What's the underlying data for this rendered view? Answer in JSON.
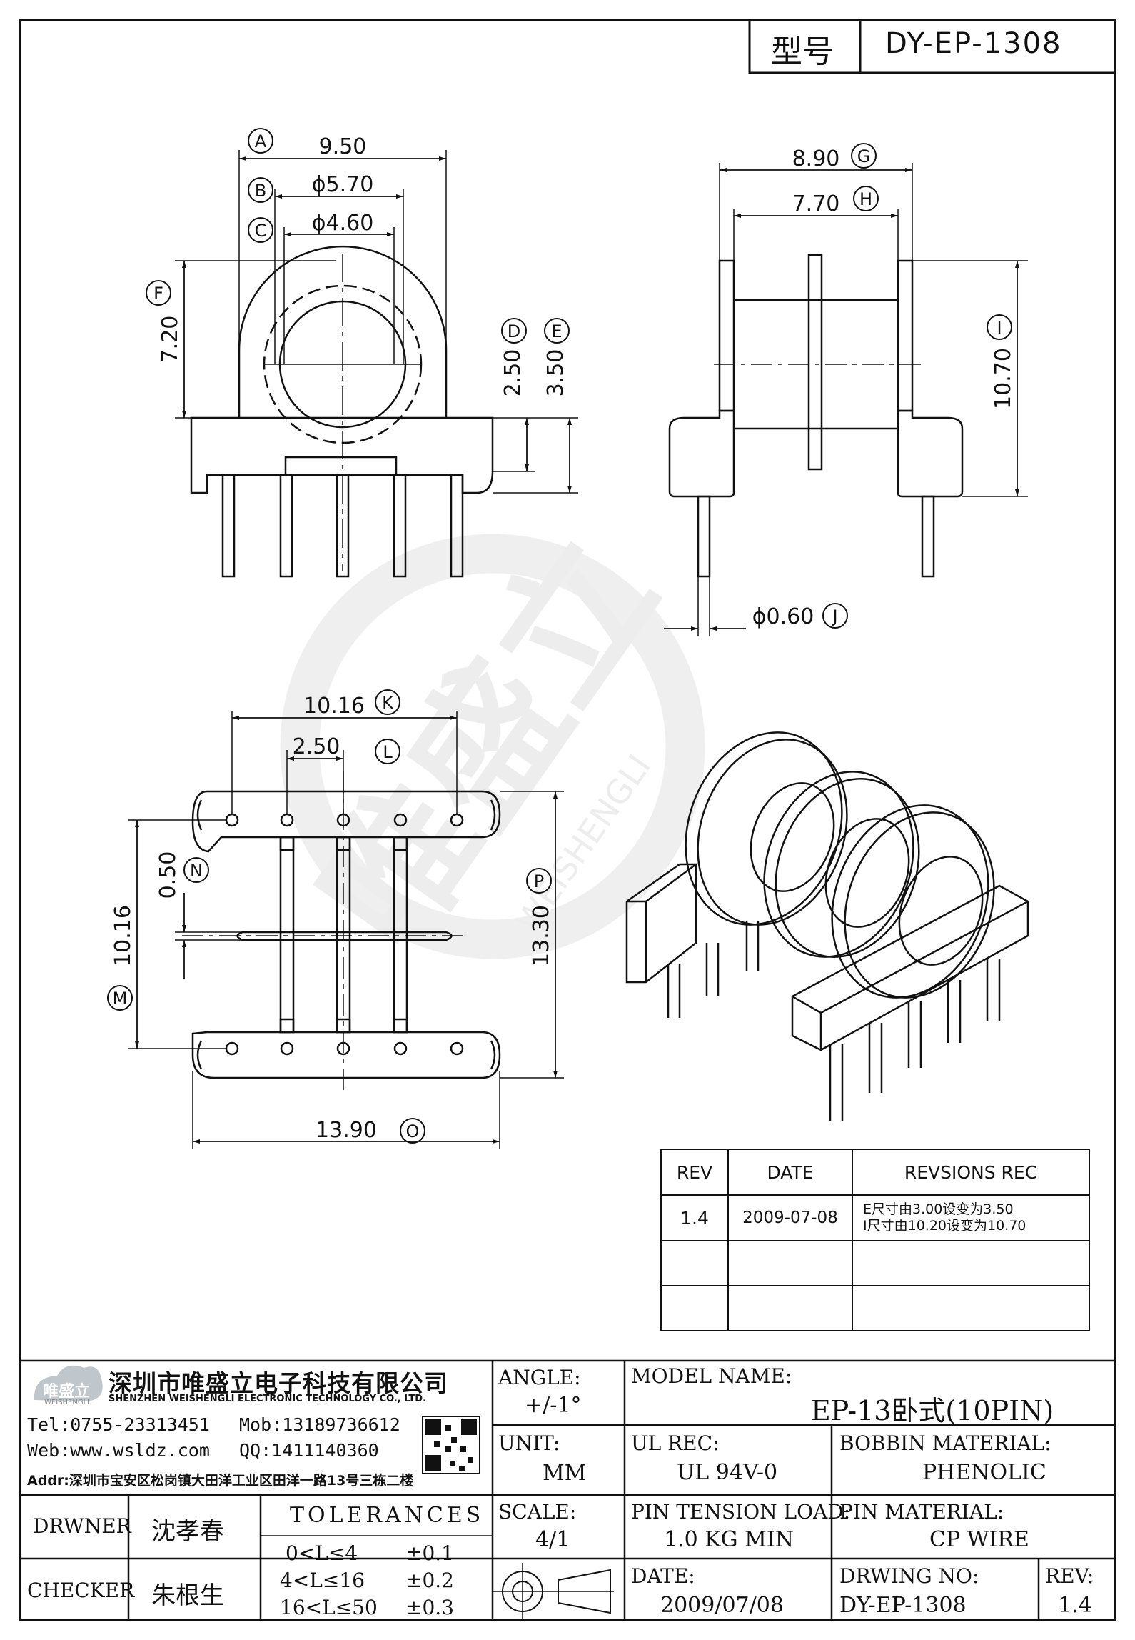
{
  "header": {
    "model_label": "型号",
    "model_no": "DY-EP-1308"
  },
  "front_view": {
    "dim_a": "9.50",
    "callout_a": "A",
    "dim_b": "ϕ5.70",
    "callout_b": "B",
    "dim_c": "ϕ4.60",
    "callout_c": "C",
    "dim_f": "7.20",
    "callout_f": "F",
    "dim_d": "2.50",
    "callout_d": "D",
    "dim_e": "3.50",
    "callout_e": "E"
  },
  "side_view": {
    "dim_g": "8.90",
    "callout_g": "G",
    "dim_h": "7.70",
    "callout_h": "H",
    "dim_i": "10.70",
    "callout_i": "I",
    "dim_j": "ϕ0.60",
    "callout_j": "J"
  },
  "bottom_view": {
    "dim_k": "10.16",
    "callout_k": "K",
    "dim_l": "2.50",
    "callout_l": "L",
    "dim_n": "0.50",
    "callout_n": "N",
    "dim_m": "10.16",
    "callout_m": "M",
    "dim_p": "13.30",
    "callout_p": "P",
    "dim_o": "13.90",
    "callout_o": "O"
  },
  "revisions": {
    "headers": [
      "REV",
      "DATE",
      "REVSIONS REC"
    ],
    "rows": [
      {
        "rev": "1.4",
        "date": "2009-07-08",
        "rec1": "E尺寸由3.00设变为3.50",
        "rec2": "I尺寸由10.20设变为10.70"
      },
      {
        "rev": "",
        "date": "",
        "rec1": "",
        "rec2": ""
      },
      {
        "rev": "",
        "date": "",
        "rec1": "",
        "rec2": ""
      }
    ]
  },
  "company": {
    "logo_text": "唯盛立",
    "logo_sub": "WEISHENGLI",
    "name_cn": "深圳市唯盛立电子科技有限公司",
    "name_en": "SHENZHEN WEISHENGLI ELECTRONIC TECHNOLOGY CO., LTD.",
    "tel": "Tel:0755-23313451",
    "mob": "Mob:13189736612",
    "web": "Web:www.wsldz.com",
    "qq": "QQ:1411140360",
    "addr": "Addr:深圳市宝安区松岗镇大田洋工业区田洋一路13号三栋二楼"
  },
  "title_block": {
    "angle_label": "ANGLE:",
    "angle_value": "+/-1°",
    "unit_label": "UNIT:",
    "unit_value": "MM",
    "scale_label": "SCALE:",
    "scale_value": "4/1",
    "model_name_label": "MODEL NAME:",
    "model_name_value": "EP-13卧式(10PIN)",
    "ul_rec_label": "UL REC:",
    "ul_rec_value": "UL 94V-0",
    "bobbin_material_label": "BOBBIN MATERIAL:",
    "bobbin_material_value": "PHENOLIC",
    "pin_tension_label": "PIN TENSION LOAD:",
    "pin_tension_value": "1.0 KG MIN",
    "pin_material_label": "PIN MATERIAL:",
    "pin_material_value": "CP WIRE",
    "date_label": "DATE:",
    "date_value": "2009/07/08",
    "drawing_no_label": "DRWING NO:",
    "drawing_no_value": "DY-EP-1308",
    "rev_label": "REV:",
    "rev_value": "1.4",
    "drawer_label": "DRWNER",
    "drawer_name": "沈孝春",
    "checker_label": "CHECKER",
    "checker_name": "朱根生",
    "tolerances_title": "TOLERANCES",
    "tolerances": [
      {
        "range": "0<L≤4",
        "tol": "±0.1"
      },
      {
        "range": "4<L≤16",
        "tol": "±0.2"
      },
      {
        "range": "16<L≤50",
        "tol": "±0.3"
      }
    ]
  },
  "watermark": {
    "text_cn": "唯盛立",
    "text_en": "WEISHENGLI"
  }
}
